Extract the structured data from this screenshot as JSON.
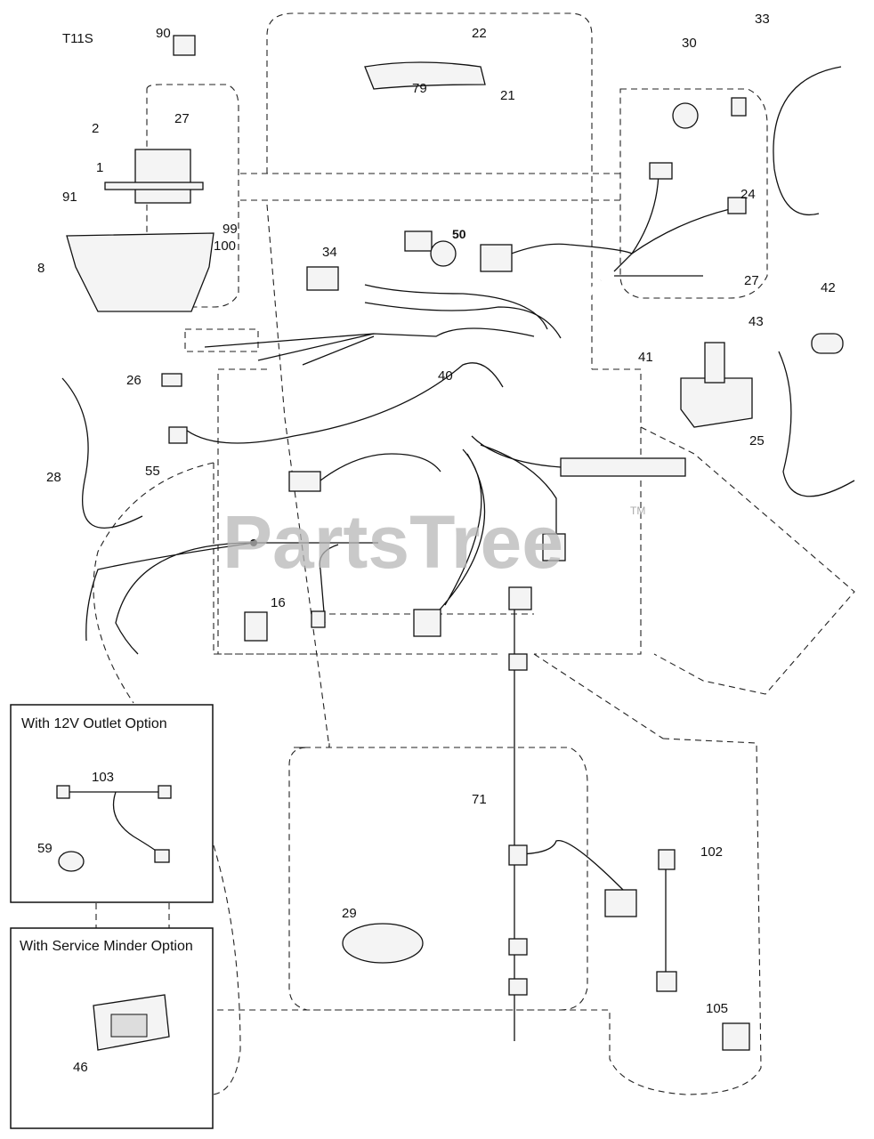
{
  "diagram_code": "T11S",
  "watermark": {
    "text": "PartsTree",
    "tm": "TM"
  },
  "callouts": [
    "90",
    "22",
    "79",
    "21",
    "30",
    "33",
    "2",
    "27",
    "1",
    "91",
    "99",
    "100",
    "8",
    "34",
    "50",
    "24",
    "27",
    "42",
    "43",
    "41",
    "26",
    "40",
    "25",
    "28",
    "55",
    "16",
    "103",
    "59",
    "71",
    "102",
    "29",
    "105",
    "46"
  ],
  "option_boxes": [
    {
      "title": "With 12V Outlet Option"
    },
    {
      "title": "With Service Minder Option"
    }
  ]
}
